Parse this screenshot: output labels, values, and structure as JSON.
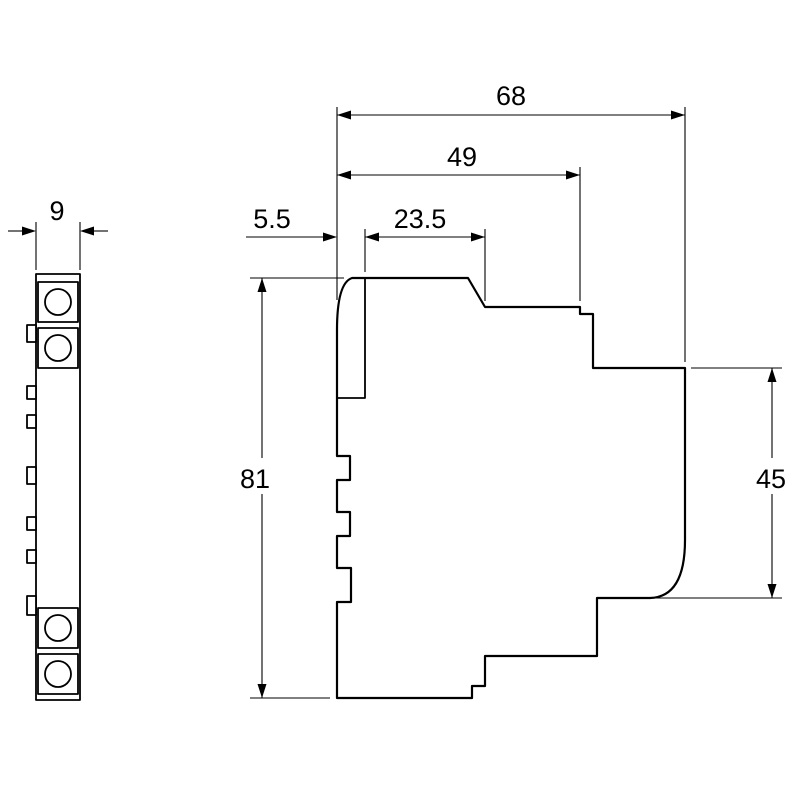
{
  "page": {
    "background": "#ffffff"
  },
  "drawing": {
    "line_color": "#000000",
    "text_color": "#000000",
    "dimensions": {
      "front_width": "9",
      "front_offset": "5.5",
      "top_setback": "23.5",
      "upper_depth": "49",
      "overall_depth": "68",
      "overall_height": "81",
      "rear_height": "45"
    }
  }
}
